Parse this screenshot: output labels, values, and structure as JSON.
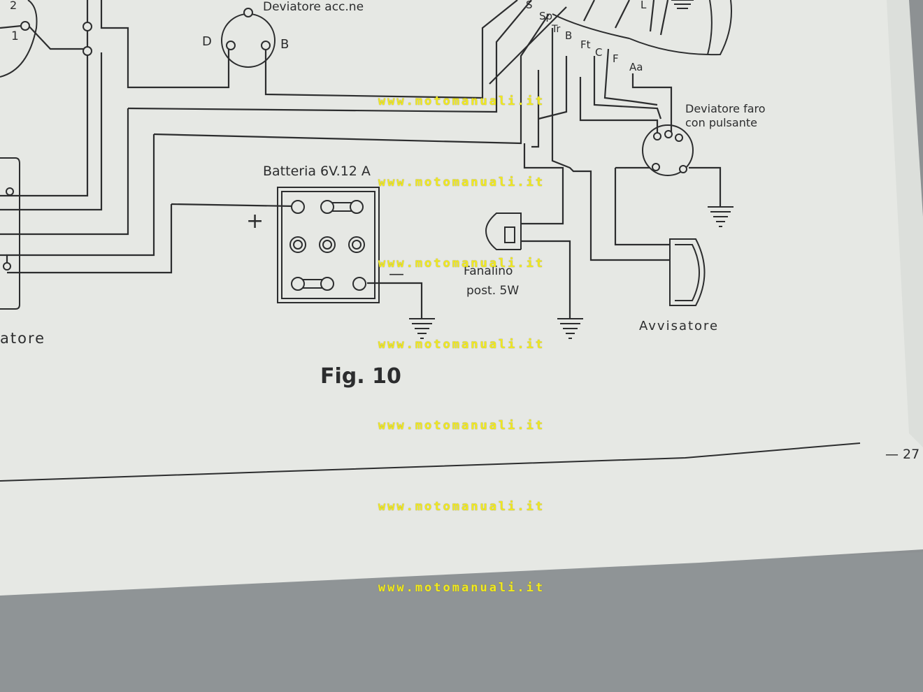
{
  "diagram": {
    "figure_label": "Fig. 10",
    "page_number": "— 27",
    "components": {
      "deviatore_acc": {
        "label": "Deviatore acc.ne",
        "terminal_d": "D",
        "terminal_b": "B"
      },
      "battery": {
        "label": "Batteria 6V.12 A",
        "plus": "+",
        "minus": "—"
      },
      "fanalino": {
        "label_line1": "Fanalino",
        "label_line2": "post. 5W"
      },
      "deviatore_faro": {
        "label_line1": "Deviatore faro",
        "label_line2": "con pulsante"
      },
      "avvisatore": {
        "label": "Avvisatore"
      },
      "left_device": {
        "label_fragment": "atore",
        "terminal_1": "1",
        "terminal_2": "2"
      }
    },
    "wire_tags": [
      "S",
      "Sp",
      "Tr",
      "B",
      "Ft",
      "C",
      "F",
      "Aa",
      "L"
    ]
  },
  "watermark": {
    "text": "www.motomanuali.it",
    "color": "#f2ea1e"
  },
  "colors": {
    "paper": "#e6e8e4",
    "ink": "#2c2d2e",
    "table": "#8d9193"
  }
}
